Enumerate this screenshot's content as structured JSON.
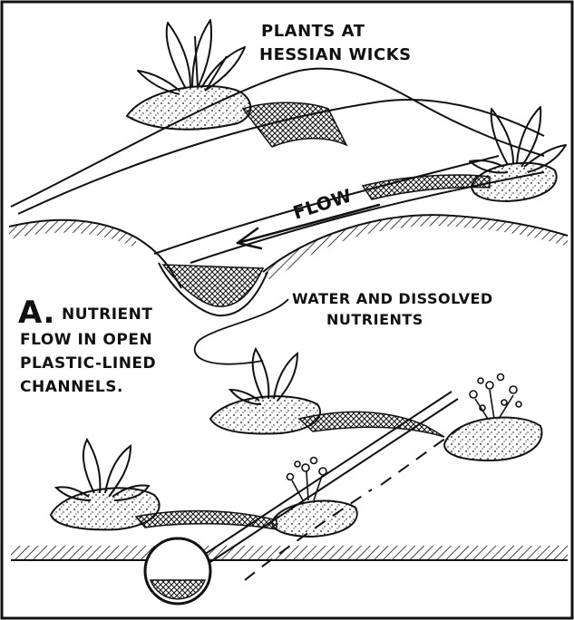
{
  "labels": {
    "plants_line1": "PLANTS AT",
    "plants_line2": "HESSIAN WICKS",
    "flow": "FLOW",
    "water_line1": "WATER AND DISSOLVED",
    "water_line2": "NUTRIENTS",
    "caption_letter": "A.",
    "caption_line1": "NUTRIENT",
    "caption_line2": "FLOW IN OPEN",
    "caption_line3": "PLASTIC-LINED",
    "caption_line4": "CHANNELS."
  },
  "colors": {
    "ink": "#111111",
    "paper": "#ffffff"
  }
}
